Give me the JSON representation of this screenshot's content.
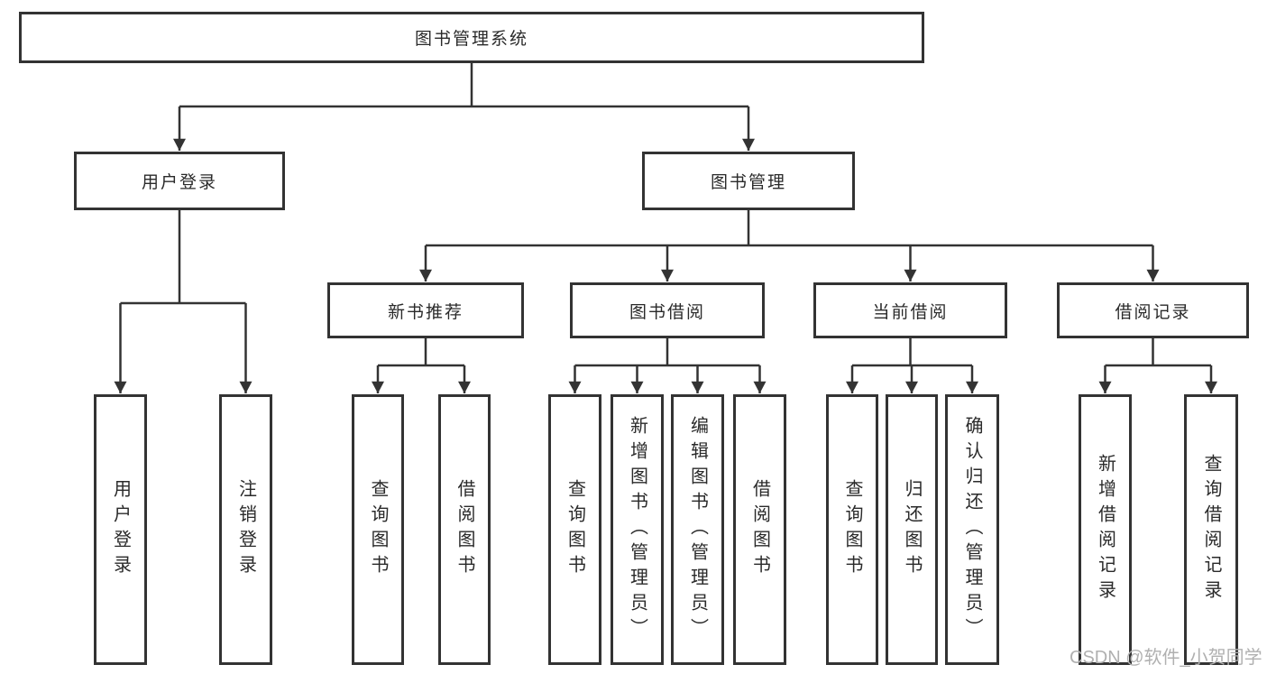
{
  "diagram": {
    "root": {
      "label": "图书管理系统"
    },
    "level2": {
      "user_login": {
        "label": "用户登录"
      },
      "book_mgmt": {
        "label": "图书管理"
      }
    },
    "level3": {
      "new_books": {
        "label": "新书推荐"
      },
      "borrowing": {
        "label": "图书借阅"
      },
      "current": {
        "label": "当前借阅"
      },
      "records": {
        "label": "借阅记录"
      }
    },
    "leaves": {
      "user_login": [
        "用户登录",
        "注销登录"
      ],
      "new_books": [
        "查询图书",
        "借阅图书"
      ],
      "borrowing": [
        "查询图书",
        "新增图书（管理员）",
        "编辑图书（管理员）",
        "借阅图书"
      ],
      "current": [
        "查询图书",
        "归还图书",
        "确认归还（管理员）"
      ],
      "records": [
        "新增借阅记录",
        "查询借阅记录"
      ]
    }
  },
  "watermark": {
    "text": "CSDN @软件_小贺同学"
  },
  "colors": {
    "line": "#333333",
    "box_border": "#333333",
    "text": "#2a2a2a",
    "watermark": "#b0b0b0",
    "background": "#ffffff"
  }
}
